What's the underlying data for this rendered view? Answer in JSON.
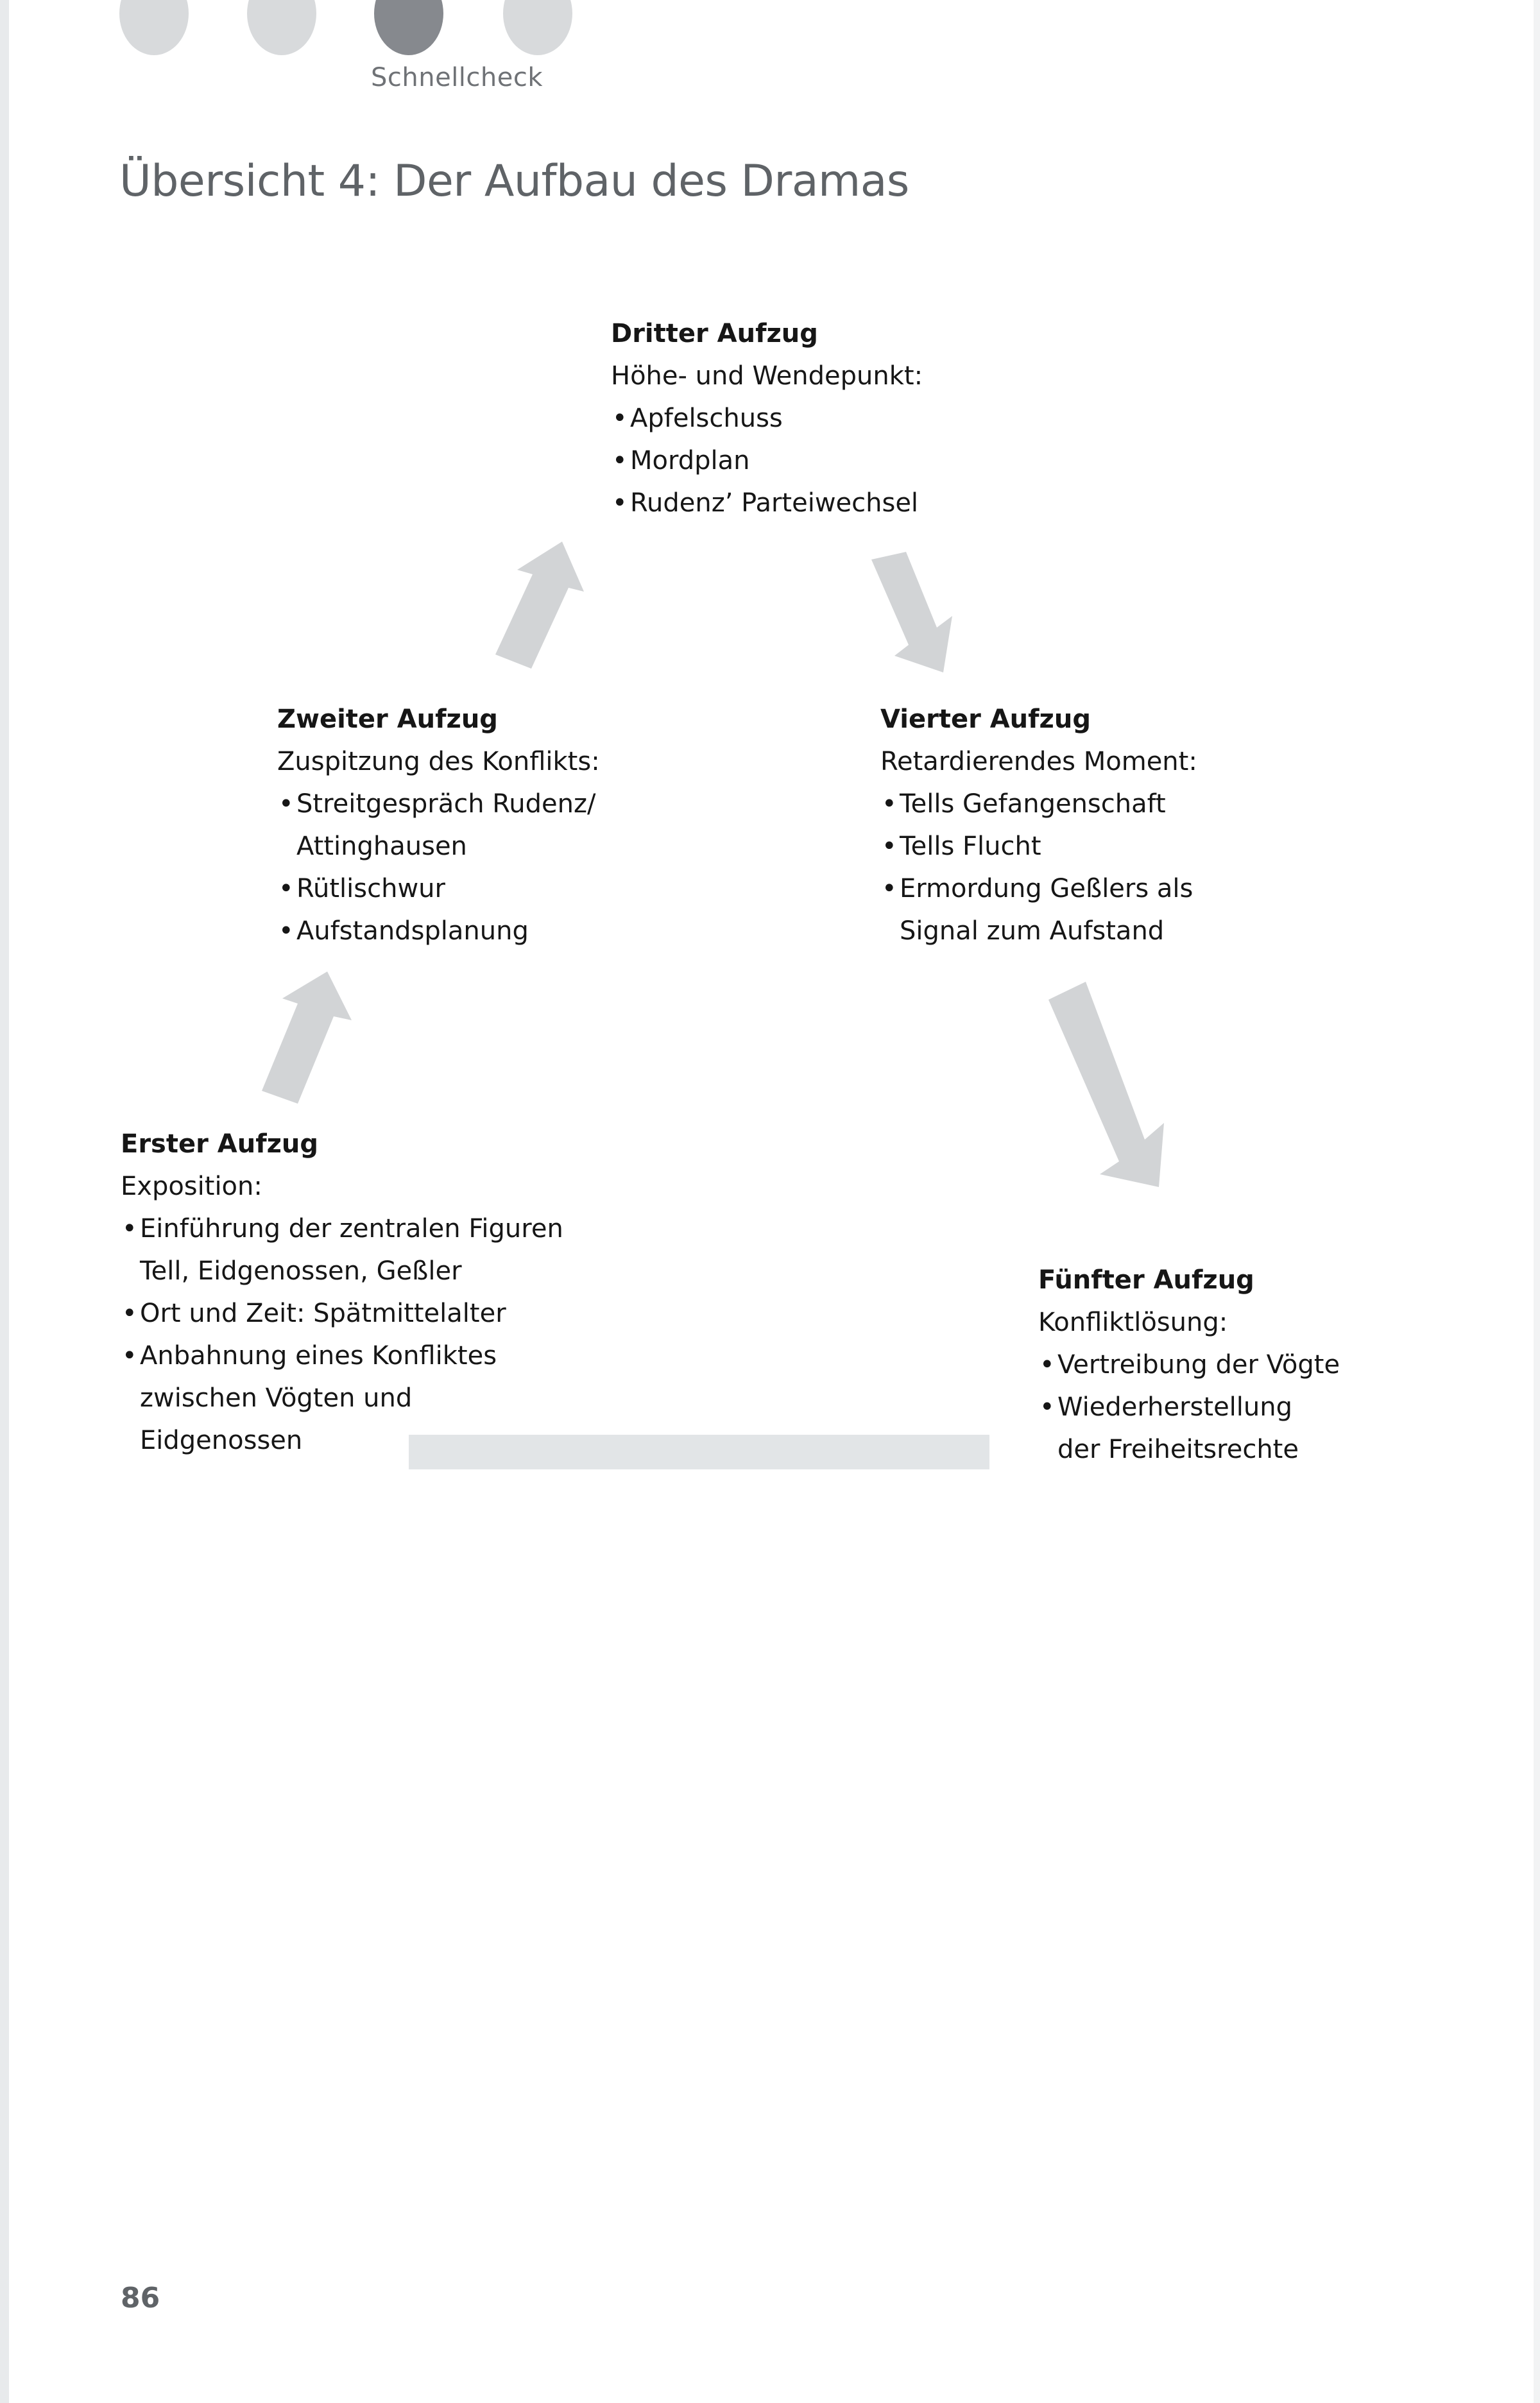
{
  "header": {
    "kicker": "Schnellcheck",
    "dots": [
      {
        "name": "dot-1",
        "active": false
      },
      {
        "name": "dot-2",
        "active": false
      },
      {
        "name": "dot-3",
        "active": true
      },
      {
        "name": "dot-4",
        "active": false
      }
    ]
  },
  "title": "Übersicht 4: Der Aufbau des Dramas",
  "acts": {
    "act3": {
      "title": "Dritter Aufzug",
      "subtitle": "Höhe- und Wendepunkt:",
      "items": [
        "Apfelschuss",
        "Mordplan",
        "Rudenz’ Parteiwechsel"
      ]
    },
    "act2": {
      "title": "Zweiter Aufzug",
      "subtitle": "Zuspitzung des Konflikts:",
      "items": [
        "Streitgespräch Rudenz/\nAttinghausen",
        "Rütlischwur",
        "Aufstandsplanung"
      ]
    },
    "act4": {
      "title": "Vierter Aufzug",
      "subtitle": "Retardierendes Moment:",
      "items": [
        "Tells Gefangenschaft",
        "Tells Flucht",
        "Ermordung Geßlers als\nSignal zum Aufstand"
      ]
    },
    "act1": {
      "title": "Erster Aufzug",
      "subtitle": "Exposition:",
      "items": [
        "Einführung der zentralen Figuren\nTell, Eidgenossen, Geßler",
        "Ort und Zeit: Spätmittelalter",
        "Anbahnung eines Konfliktes\nzwischen Vögten und\nEidgenossen"
      ]
    },
    "act5": {
      "title": "Fünfter Aufzug",
      "subtitle": "Konfliktlösung:",
      "items": [
        "Vertreibung der Vögte",
        "Wiederherstellung\nder Freiheitsrechte"
      ]
    }
  },
  "bullet_glyph": "•",
  "arrows": [
    {
      "name": "arrow-zweiter-to-dritter",
      "direction": "up-right"
    },
    {
      "name": "arrow-dritter-to-vierter",
      "direction": "down-right"
    },
    {
      "name": "arrow-erster-to-zweiter",
      "direction": "up-right"
    },
    {
      "name": "arrow-vierter-to-fuenfter",
      "direction": "down-right"
    }
  ],
  "footer": {
    "page_number": "86"
  },
  "colors": {
    "title_gray": "#5f6367",
    "kicker_gray": "#6f7276",
    "dot_inactive": "#d8dadc",
    "dot_active": "#86898e",
    "arrow_gray": "#d2d4d6",
    "bar_gray": "#e2e5e7",
    "body_text": "#161616"
  }
}
